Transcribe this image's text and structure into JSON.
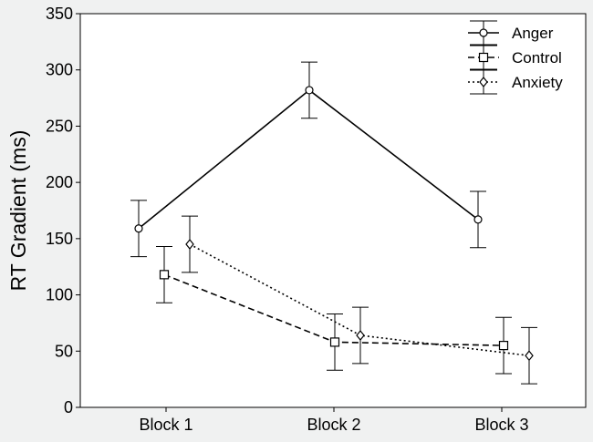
{
  "chart_data": {
    "type": "line",
    "title": "",
    "xlabel": "",
    "ylabel": "RT Gradient (ms)",
    "categories": [
      "Block 1",
      "Block 2",
      "Block 3"
    ],
    "ylim": [
      0,
      350
    ],
    "yticks": [
      0,
      50,
      100,
      150,
      200,
      250,
      300,
      350
    ],
    "grid": false,
    "legend_position": "top-right",
    "series": [
      {
        "name": "Anger",
        "marker": "circle",
        "line_style": "solid",
        "values": [
          159,
          282,
          167
        ],
        "error": [
          25,
          25,
          25
        ]
      },
      {
        "name": "Control",
        "marker": "square",
        "line_style": "dashed",
        "values": [
          118,
          58,
          55
        ],
        "error": [
          25,
          25,
          25
        ]
      },
      {
        "name": "Anxiety",
        "marker": "diamond",
        "line_style": "dotted",
        "values": [
          145,
          64,
          46
        ],
        "error": [
          25,
          25,
          25
        ]
      }
    ]
  }
}
